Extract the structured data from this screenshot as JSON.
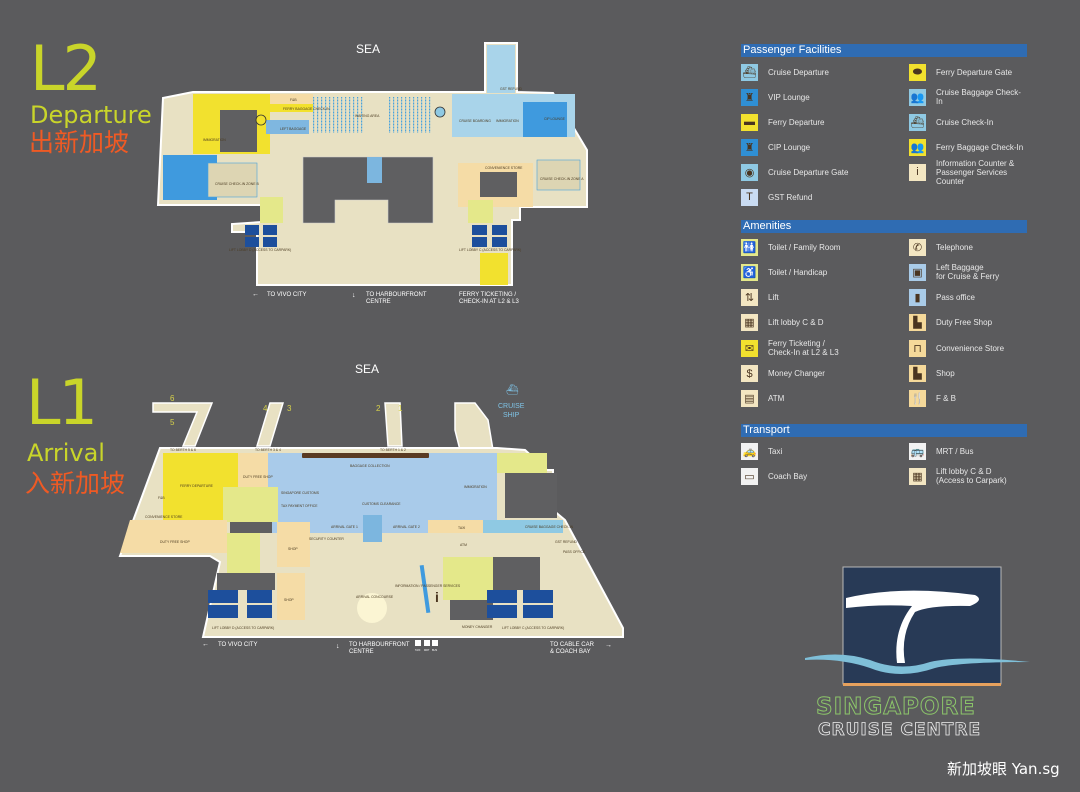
{
  "levels": {
    "l2": {
      "code": "L2",
      "name": "Departure",
      "name_cn": "出新加坡"
    },
    "l1": {
      "code": "L1",
      "name": "Arrival",
      "name_cn": "入新加坡"
    }
  },
  "map_l2": {
    "sea": "SEA",
    "labels": {
      "waiting_area": "WAITING AREA",
      "fnb": "F&B",
      "ferry_baggage": "FERRY BAGGAGE CHECK-IN",
      "left_baggage": "LEFT BAGGAGE",
      "immigration_left": "IMMIGRATION",
      "zone_b": "CRUISE CHECK-IN ZONE B",
      "zone_a": "CRUISE CHECK-IN ZONE A",
      "convenience": "CONVENIENCE STORE",
      "cruise_boarding": "CRUISE BOARDING",
      "immigration_right": "IMMIGRATION",
      "cip": "CIP LOUNGE",
      "gst": "GST REFUND",
      "lift_d": "LIFT LOBBY D (ACCESS TO CARPARK)",
      "lift_c": "LIFT LOBBY C (ACCESS TO CARPARK)"
    },
    "directions": {
      "vivo": "TO VIVO CITY",
      "harbourfront_1": "TO HARBOURFRONT",
      "harbourfront_2": "CENTRE",
      "ferry_1": "FERRY TICKETING /",
      "ferry_2": "CHECK-IN AT L2 & L3"
    }
  },
  "map_l1": {
    "sea": "SEA",
    "cruise_ship_1": "CRUISE",
    "cruise_ship_2": "SHIP",
    "berths": [
      "1",
      "2",
      "3",
      "4",
      "5",
      "6"
    ],
    "labels": {
      "berth56": "TO BERTH 5 & 6",
      "berth34": "TO BERTH 3 & 4",
      "berth12": "TO BERTH 1 & 2",
      "ferry_departure": "FERRY DEPARTURE",
      "duty_free_top": "DUTY FREE SHOP",
      "duty_free_left": "DUTY FREE SHOP",
      "fnb_left": "F&B",
      "convenience": "CONVENIENCE STORE",
      "baggage": "BAGGAGE COLLECTION",
      "immigration": "IMMIGRATION",
      "customs_sg": "SINGAPORE CUSTOMS",
      "tax_office": "TAX PAYMENT OFFICE",
      "customs": "CUSTOMS CLEARANCE",
      "gate1": "ARRIVAL GATE 1",
      "gate2": "ARRIVAL GATE 2",
      "security": "SECURITY COUNTER",
      "shop1": "SHOP",
      "shop2": "SHOP",
      "taxi": "TAXI",
      "cruise_baggage": "CRUISE BAGGAGE CHECK-IN",
      "atm": "ATM",
      "gst": "GST REFUND",
      "pass": "PASS OFFICE",
      "info": "INFORMATION / PASSENGER SERVICES",
      "concourse": "ARRIVAL CONCOURSE",
      "money": "MONEY CHANGER",
      "lift_d": "LIFT LOBBY D (ACCESS TO CARPARK)",
      "lift_c": "LIFT LOBBY C (ACCESS TO CARPARK)"
    },
    "directions": {
      "vivo": "TO VIVO CITY",
      "harbourfront_1": "TO HARBOURFRONT",
      "harbourfront_2": "CENTRE",
      "cable_1": "TO CABLE CAR",
      "cable_2": "& COACH BAY",
      "t_taxi": "TAXI",
      "t_mrt": "MRT",
      "t_bus": "BUS"
    }
  },
  "legend": {
    "passenger": {
      "title": "Passenger Facilities",
      "items": [
        {
          "label": "Cruise Departure",
          "icon": "cruise-departure-icon",
          "glyph": "⛴",
          "bg": "#8fc9e3"
        },
        {
          "label": "VIP Lounge",
          "icon": "vip-lounge-icon",
          "glyph": "♜",
          "bg": "#2f8fd4"
        },
        {
          "label": "Ferry Departure",
          "icon": "ferry-departure-icon",
          "glyph": "▬",
          "bg": "#f2e12e"
        },
        {
          "label": "CIP Lounge",
          "icon": "cip-lounge-icon",
          "glyph": "♜",
          "bg": "#2f8fd4"
        },
        {
          "label": "Cruise Departure Gate",
          "icon": "cruise-departure-gate-icon",
          "glyph": "◉",
          "bg": "#8fc9e3"
        },
        {
          "label": "GST Refund",
          "icon": "gst-refund-icon",
          "glyph": "T",
          "bg": "#c9dbf2"
        },
        {
          "label": "Ferry Departure Gate",
          "icon": "ferry-departure-gate-icon",
          "glyph": "⬬",
          "bg": "#f2e12e"
        },
        {
          "label": "Cruise Baggage Check-In",
          "icon": "cruise-baggage-checkin-icon",
          "glyph": "👥",
          "bg": "#8fc9e3"
        },
        {
          "label": "Cruise Check-In",
          "icon": "cruise-checkin-icon",
          "glyph": "⛴",
          "bg": "#8fc9e3"
        },
        {
          "label": "Ferry Baggage Check-In",
          "icon": "ferry-baggage-checkin-icon",
          "glyph": "👥",
          "bg": "#f2e12e"
        },
        {
          "label": "Information Counter &\nPassenger Services Counter",
          "icon": "information-icon",
          "glyph": "i",
          "bg": "#f3e6c2"
        }
      ]
    },
    "amenities": {
      "title": "Amenities",
      "items": [
        {
          "label": "Toilet / Family Room",
          "icon": "toilet-family-icon",
          "glyph": "🚻",
          "bg": "#e4e88a"
        },
        {
          "label": "Toilet / Handicap",
          "icon": "toilet-handicap-icon",
          "glyph": "♿",
          "bg": "#e4e88a"
        },
        {
          "label": "Lift",
          "icon": "lift-icon",
          "glyph": "⇅",
          "bg": "#f3e6c2"
        },
        {
          "label": "Lift lobby C & D",
          "icon": "lift-lobby-icon",
          "glyph": "▦",
          "bg": "#f3e6c2"
        },
        {
          "label": "Ferry Ticketing /\nCheck-In at L2 & L3",
          "icon": "ferry-ticketing-icon",
          "glyph": "✉",
          "bg": "#f2e12e"
        },
        {
          "label": "Money Changer",
          "icon": "money-changer-icon",
          "glyph": "$",
          "bg": "#f3e6c2"
        },
        {
          "label": "ATM",
          "icon": "atm-icon",
          "glyph": "▤",
          "bg": "#f3e6c2"
        },
        {
          "label": "Telephone",
          "icon": "telephone-icon",
          "glyph": "✆",
          "bg": "#f3e6c2"
        },
        {
          "label": "Left Baggage\nfor Cruise & Ferry",
          "icon": "left-baggage-icon",
          "glyph": "▣",
          "bg": "#a9cbe8"
        },
        {
          "label": "Pass office",
          "icon": "pass-office-icon",
          "glyph": "▮",
          "bg": "#a9cbe8"
        },
        {
          "label": "Duty Free Shop",
          "icon": "duty-free-shop-icon",
          "glyph": "▙",
          "bg": "#f5d99a"
        },
        {
          "label": "Convenience Store",
          "icon": "convenience-store-icon",
          "glyph": "⊓",
          "bg": "#f5d99a"
        },
        {
          "label": "Shop",
          "icon": "shop-icon",
          "glyph": "▙",
          "bg": "#f5d99a"
        },
        {
          "label": "F & B",
          "icon": "food-beverage-icon",
          "glyph": "🍴",
          "bg": "#f5d99a"
        }
      ]
    },
    "transport": {
      "title": "Transport",
      "items": [
        {
          "label": "Taxi",
          "icon": "taxi-icon",
          "glyph": "🚕",
          "bg": "#f2f2f2"
        },
        {
          "label": "Coach Bay",
          "icon": "coach-bay-icon",
          "glyph": "▭",
          "bg": "#f2f2f2"
        },
        {
          "label": "MRT / Bus",
          "icon": "mrt-bus-icon",
          "glyph": "🚌",
          "bg": "#f2f2f2"
        },
        {
          "label": "Lift lobby C & D\n(Access to Carpark)",
          "icon": "lift-lobby-carpark-icon",
          "glyph": "▦",
          "bg": "#f3e6c2"
        }
      ]
    }
  },
  "logo": {
    "line1": "SINGAPORE",
    "line2": "CRUISE CENTRE"
  },
  "watermark": "新加坡眼 Yan.sg"
}
